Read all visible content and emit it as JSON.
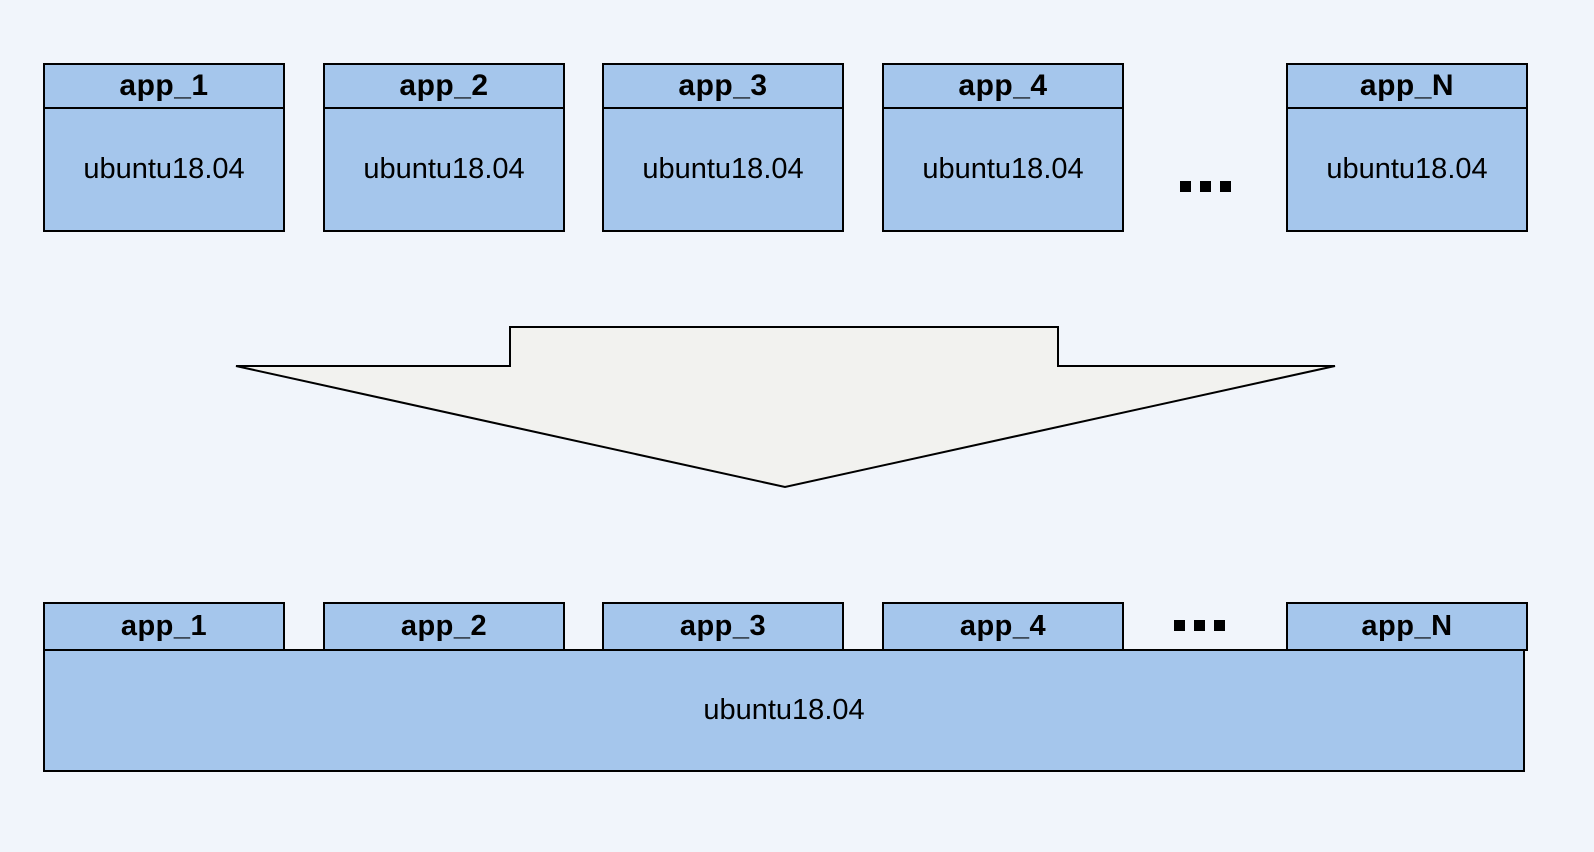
{
  "diagram": {
    "title_hint": "many per-app OS images consolidated onto one shared ubuntu base",
    "colors": {
      "background": "#f1f5fb",
      "box_fill": "#a5c6ec",
      "box_border": "#000000",
      "arrow_fill": "#f2f2ef",
      "text": "#000000"
    },
    "top_row": {
      "ellipsis": "...",
      "boxes": [
        {
          "title": "app_1",
          "body": "ubuntu18.04"
        },
        {
          "title": "app_2",
          "body": "ubuntu18.04"
        },
        {
          "title": "app_3",
          "body": "ubuntu18.04"
        },
        {
          "title": "app_4",
          "body": "ubuntu18.04"
        },
        {
          "title": "app_N",
          "body": "ubuntu18.04"
        }
      ]
    },
    "arrow": {
      "direction": "down"
    },
    "bottom_row": {
      "ellipsis": "...",
      "boxes": [
        {
          "label": "app_1"
        },
        {
          "label": "app_2"
        },
        {
          "label": "app_3"
        },
        {
          "label": "app_4"
        },
        {
          "label": "app_N"
        }
      ],
      "base_label": "ubuntu18.04"
    }
  }
}
